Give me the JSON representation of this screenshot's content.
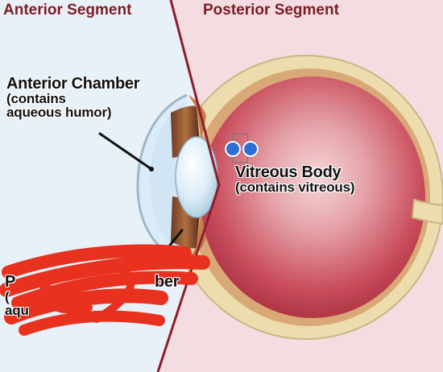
{
  "segments": {
    "anterior": "Anterior Segment",
    "posterior": "Posterior Segment"
  },
  "labels": {
    "anterior_chamber": {
      "title": "Anterior Chamber",
      "line1": "(contains",
      "line2": "aqueous humor)"
    },
    "vitreous_body": {
      "title": "Vitreous Body",
      "line1": "(contains vitreous)"
    },
    "posterior_chamber_redacted": {
      "title": "P",
      "tail": "ber",
      "line1": "(",
      "line2": "aqu"
    }
  },
  "colors": {
    "anterior_bg": "#e9f1f8",
    "posterior_bg": "#f4dde0",
    "divider": "#8b1e2b",
    "sclera": "#ecdcae",
    "vitreous": "#c43f4f",
    "lens": "#dceef8",
    "redaction": "#e8311e",
    "marker": "#2f6fd1"
  },
  "icons": {
    "markers": "two-blue-dot-markers"
  }
}
